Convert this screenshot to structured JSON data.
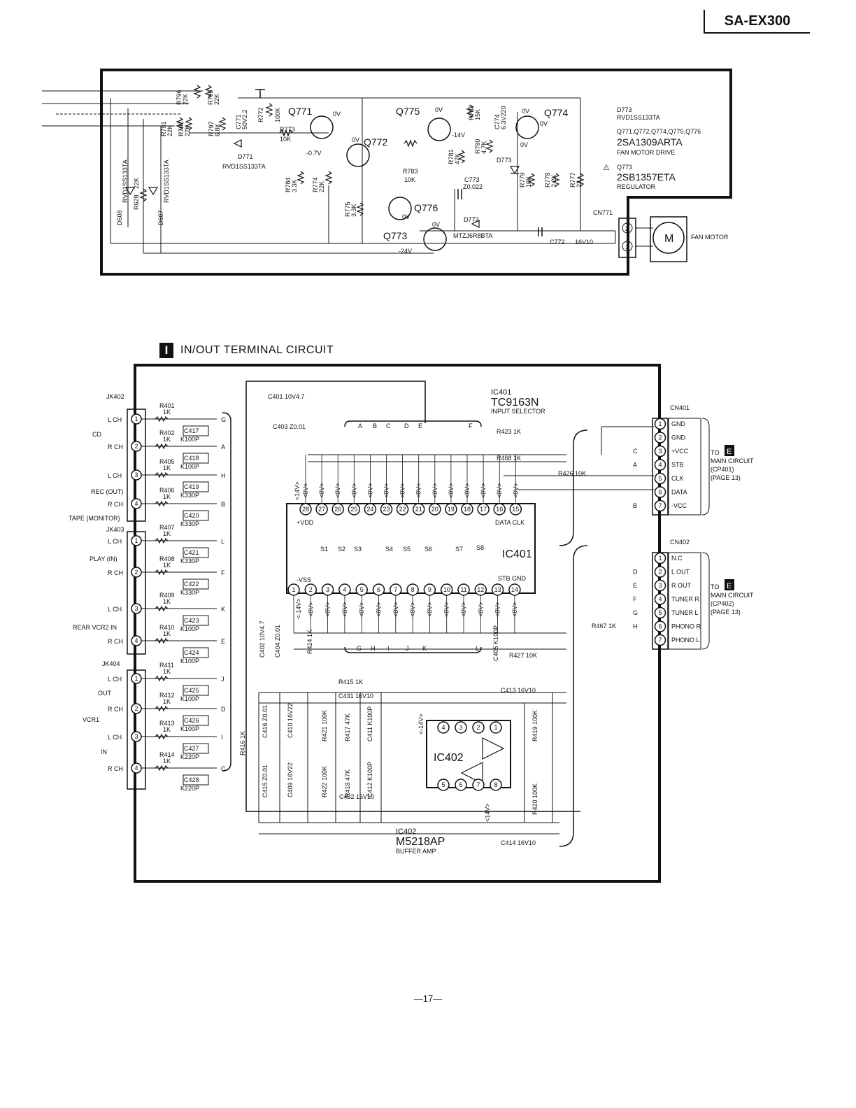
{
  "header": {
    "model": "SA-EX300"
  },
  "fan_circuit": {
    "transistors": [
      "Q771",
      "Q772",
      "Q773",
      "Q774",
      "Q775",
      "Q776"
    ],
    "resistors": [
      {
        "ref": "R796",
        "val": "22K"
      },
      {
        "ref": "R795",
        "val": "22K"
      },
      {
        "ref": "R791",
        "val": "22K"
      },
      {
        "ref": "R792",
        "val": "22K"
      },
      {
        "ref": "R797",
        "val": "6.8K"
      },
      {
        "ref": "R772",
        "val": "100K"
      },
      {
        "ref": "R773",
        "val": "10K"
      },
      {
        "ref": "R784",
        "val": "3.3K"
      },
      {
        "ref": "R774",
        "val": "22K"
      },
      {
        "ref": "R775",
        "val": "3.3K"
      },
      {
        "ref": "R783",
        "val": "10K"
      },
      {
        "ref": "R782",
        "val": "15K"
      },
      {
        "ref": "R781",
        "val": "47K"
      },
      {
        "ref": "R780",
        "val": "4.7K"
      },
      {
        "ref": "R779",
        "val": "10K"
      },
      {
        "ref": "R778",
        "val": "2.2K"
      },
      {
        "ref": "R777",
        "val": "22"
      },
      {
        "ref": "R628",
        "val": "22K"
      }
    ],
    "caps": [
      {
        "ref": "C771",
        "val": "50V2.2"
      },
      {
        "ref": "C774",
        "val": "6.3V220"
      },
      {
        "ref": "C773",
        "val": "Z0.022"
      },
      {
        "ref": "C772",
        "val": "16V10"
      }
    ],
    "diodes": [
      {
        "ref": "D771",
        "val": "RVD1SS133TA"
      },
      {
        "ref": "D772",
        "val": "MTZJ6R8BTA"
      },
      {
        "ref": "D608",
        "val": "RVD1SS133TA"
      },
      {
        "ref": "D607",
        "val": "RVD1SS133TA"
      }
    ],
    "d773": "D773",
    "d773_part": "RVD1SS133TA",
    "q_list": "Q771,Q772,Q774,Q775,Q776",
    "q_part": "2SA1309ARTA",
    "q_desc": "FAN MOTOR DRIVE",
    "reg_ref": "Q773",
    "reg_part": "2SB1357ETA",
    "reg_desc": "REGULATOR",
    "connector": "CN771",
    "motor_label": "FAN MOTOR",
    "motor_symbol": "M",
    "voltages": [
      "0V",
      "0V",
      "0V",
      "0V",
      "0V",
      "0V",
      "-0.7V",
      "-14V",
      "0V",
      "-24V",
      "0V"
    ]
  },
  "section": {
    "badge": "I",
    "title": "IN/OUT TERMINAL CIRCUIT"
  },
  "inout_circuit": {
    "ic401": {
      "ref": "IC401",
      "part": "TC9163N",
      "desc": "INPUT SELECTOR"
    },
    "ic402": {
      "ref": "IC402",
      "part": "M5218AP",
      "desc": "BUFFER AMP"
    },
    "cn401": {
      "ref": "CN401",
      "pins": [
        "GND",
        "GND",
        "+VCC",
        "STB",
        "CLK",
        "DATA",
        "-VCC"
      ],
      "to": "TO",
      "dest": "E",
      "dest_text": "MAIN CIRCUIT",
      "ref_text": "(CP401)",
      "page": "(PAGE 13)"
    },
    "cn402": {
      "ref": "CN402",
      "pins": [
        "N.C",
        "L OUT",
        "R OUT",
        "TUNER R",
        "TUNER L",
        "PHONO R",
        "PHONO L"
      ],
      "to": "TO",
      "dest": "E",
      "dest_text": "MAIN CIRCUIT",
      "ref_text": "(CP402)",
      "page": "(PAGE 13)"
    },
    "jacks": [
      "JK402",
      "JK403",
      "JK404"
    ],
    "groups": [
      "CD",
      "REC (OUT)",
      "TAPE (MONITOR)",
      "PLAY (IN)",
      "REAR VCR2 IN",
      "OUT",
      "VCR1",
      "IN"
    ],
    "channels": [
      "L CH",
      "R CH",
      "L CH",
      "R CH",
      "L CH",
      "R CH",
      "L CH",
      "R CH",
      "L CH",
      "R CH",
      "L CH",
      "R CH"
    ],
    "input_rc": [
      {
        "r": "R401",
        "rv": "1K",
        "c": "C417",
        "cv": "K100P",
        "out": "G"
      },
      {
        "r": "R402",
        "rv": "1K",
        "c": "C418",
        "cv": "K100P",
        "out": "A"
      },
      {
        "r": "R405",
        "rv": "1K",
        "c": "C419",
        "cv": "K330P",
        "out": "H"
      },
      {
        "r": "R406",
        "rv": "1K",
        "c": "C420",
        "cv": "K330P",
        "out": "B"
      },
      {
        "r": "R407",
        "rv": "1K",
        "c": "C421",
        "cv": "K330P",
        "out": "L"
      },
      {
        "r": "R408",
        "rv": "1K",
        "c": "C422",
        "cv": "K330P",
        "out": "F"
      },
      {
        "r": "R409",
        "rv": "1K",
        "c": "C423",
        "cv": "K100P",
        "out": "K"
      },
      {
        "r": "R410",
        "rv": "1K",
        "c": "C424",
        "cv": "K100P",
        "out": "E"
      },
      {
        "r": "R411",
        "rv": "1K",
        "c": "C425",
        "cv": "K100P",
        "out": "J"
      },
      {
        "r": "R412",
        "rv": "1K",
        "c": "C426",
        "cv": "K100P",
        "out": "D"
      },
      {
        "r": "R413",
        "rv": "1K",
        "c": "C427",
        "cv": "K220P",
        "out": "I"
      },
      {
        "r": "R414",
        "rv": "1K",
        "c": "C428",
        "cv": "K220P",
        "out": "C"
      }
    ],
    "top_pins": [
      "28",
      "27",
      "26",
      "25",
      "24",
      "23",
      "22",
      "21",
      "20",
      "19",
      "18",
      "17",
      "16",
      "15"
    ],
    "bottom_pins": [
      "1",
      "2",
      "3",
      "4",
      "5",
      "6",
      "7",
      "8",
      "9",
      "10",
      "11",
      "12",
      "13",
      "14"
    ],
    "switches": [
      "S1",
      "S2",
      "S3",
      "S4",
      "S5",
      "S6",
      "S7",
      "S8"
    ],
    "ic_labels": [
      "+VDD",
      "-VSS",
      "DATA CLK",
      "STB GND"
    ],
    "bus_letters_top": [
      "A",
      "B",
      "C",
      "D",
      "E",
      "F"
    ],
    "bus_letters_bottom": [
      "G",
      "H",
      "I",
      "J",
      "K",
      "L"
    ],
    "misc_parts": [
      "C401 10V4.7",
      "C403 Z0.01",
      "R423 1K",
      "R468 1K",
      "R426 10K",
      "R467 1K",
      "R427 10K",
      "C405 K100P",
      "C402 10V4.7",
      "C404 Z0.01",
      "R424 1K",
      "R415 1K",
      "C431 16V10",
      "C413 16V10",
      "C416 Z0.01",
      "C410 16V22",
      "R421 100K",
      "R417 47K",
      "C411 K100P",
      "R419 100K",
      "R416 1K",
      "C415 Z0.01",
      "C409 16V22",
      "R422 100K",
      "R418 47K",
      "C412 K100P",
      "C432 16V10",
      "R420 100K",
      "C414 16V10"
    ],
    "voltages": [
      "<14V>",
      "<-14V>",
      "<0V>"
    ]
  },
  "footer": {
    "page": "—17—"
  }
}
